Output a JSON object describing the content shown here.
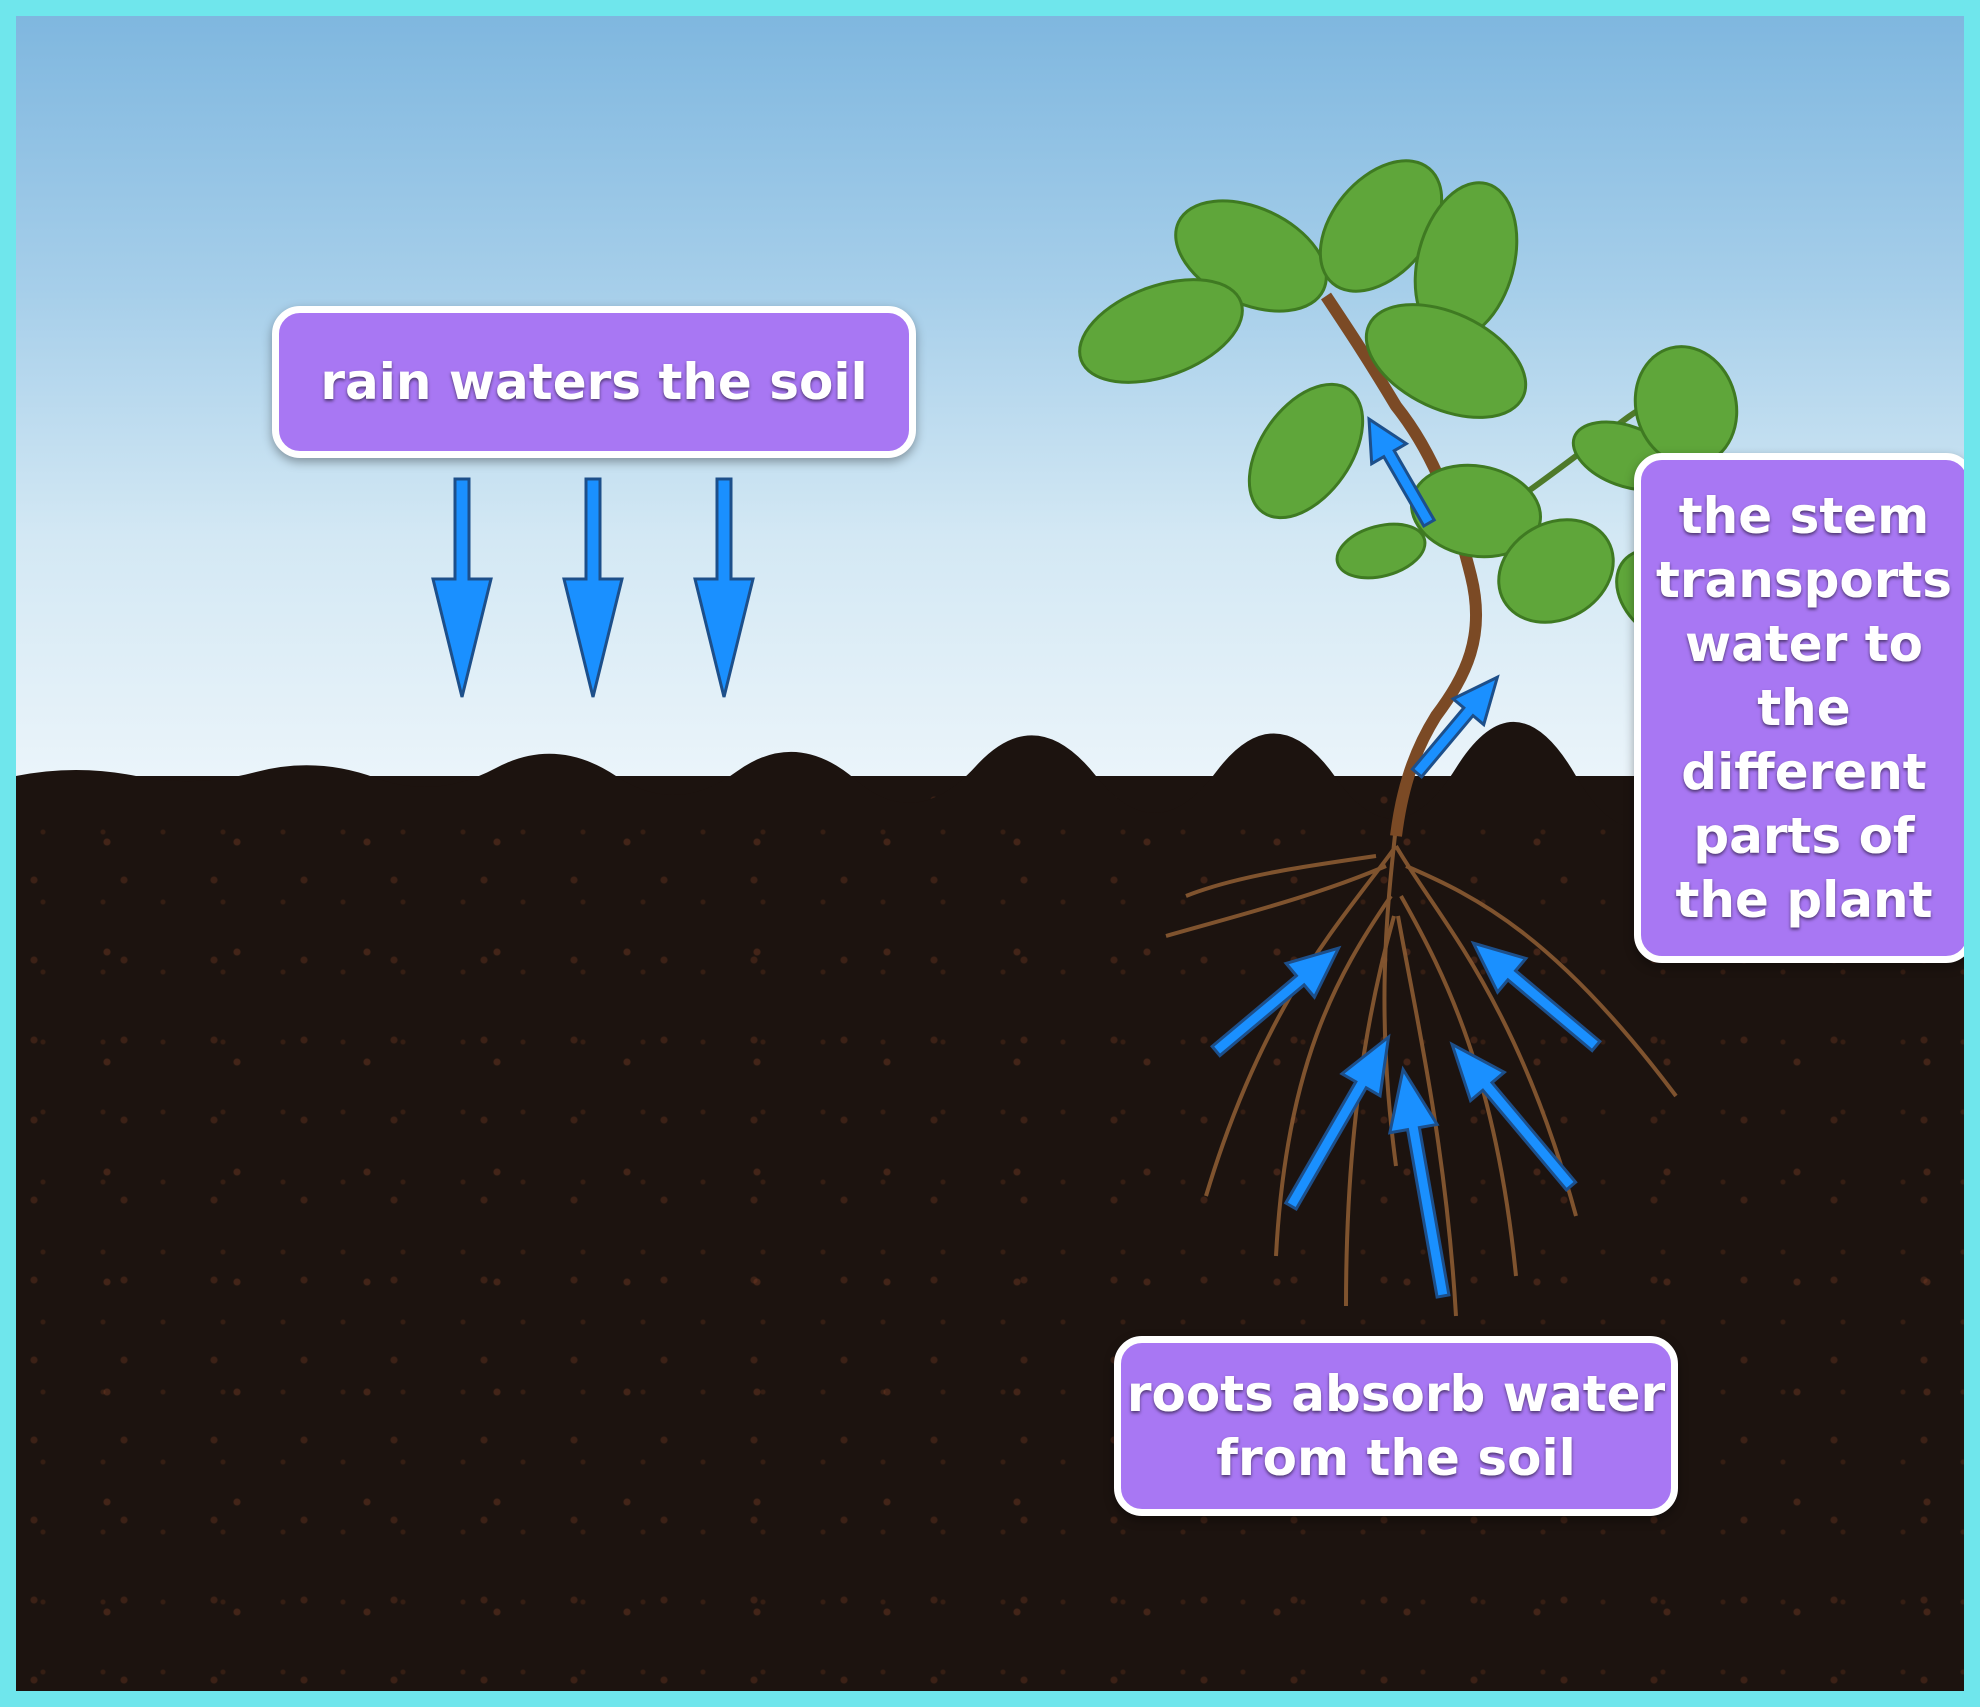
{
  "labels": {
    "rain": "rain waters the soil",
    "stem": "the stem transports water to the different parts of the plant",
    "roots": "roots absorb water from the soil"
  },
  "colors": {
    "label_fill": "#a877f3",
    "label_border": "#ffffff",
    "arrow_fill": "#1a90ff",
    "soil": "#1c130f",
    "sky": "#a7cfea",
    "leaf": "#5fa63a",
    "frame": "#6fe6ec"
  },
  "icons": {
    "arrow": "arrow-icon",
    "plant": "plant-icon"
  }
}
